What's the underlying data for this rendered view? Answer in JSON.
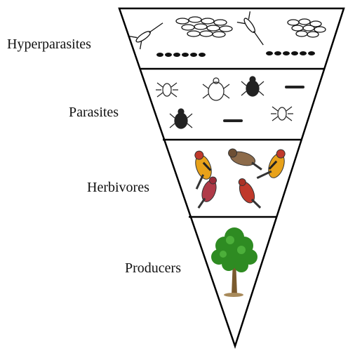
{
  "pyramid": {
    "type": "inverted-trophic-pyramid",
    "levels": [
      {
        "label": "Hyperparasites",
        "icon": "hyperparasite-cluster-icon"
      },
      {
        "label": "Parasites",
        "icon": "insect-parasites-icon"
      },
      {
        "label": "Herbivores",
        "icon": "birds-icon"
      },
      {
        "label": "Producers",
        "icon": "tree-icon"
      }
    ]
  },
  "colors": {
    "outline": "#000000",
    "background": "#ffffff",
    "bird_orange": "#e8a21a",
    "bird_red": "#c0392b",
    "leaf_green": "#2e8b22",
    "trunk_brown": "#7a5a2e"
  }
}
